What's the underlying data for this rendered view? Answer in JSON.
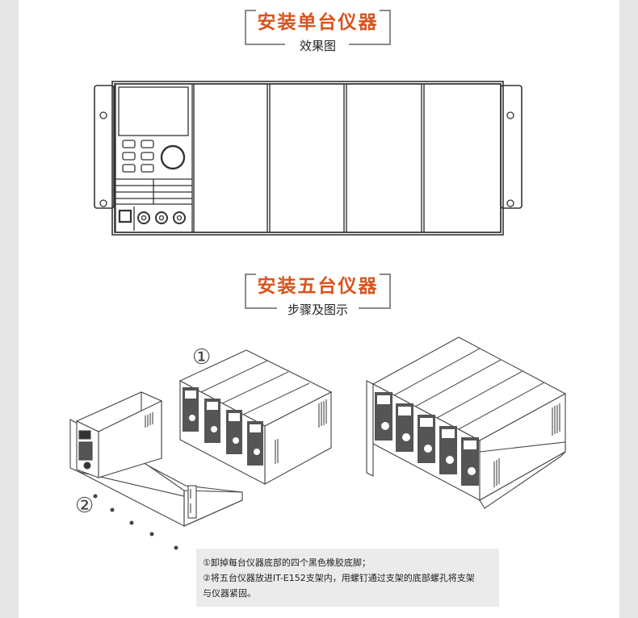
{
  "section1": {
    "title": "安装单台仪器",
    "subtitle": "效果图"
  },
  "section2": {
    "title": "安装五台仪器",
    "subtitle": "步骤及图示"
  },
  "steps": {
    "step1_marker": "①",
    "step2_marker": "②"
  },
  "note": {
    "line1": "①卸掉每台仪器底部的四个黑色橡胶底脚；",
    "line2": "②将五台仪器放进IT-E152支架内，用螺钉通过支架的底部螺孔将支架",
    "line3": "与仪器紧固。"
  }
}
